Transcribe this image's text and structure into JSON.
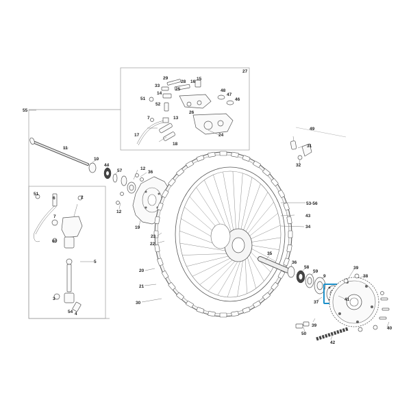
{
  "labels": {
    "l55": "55",
    "l27": "27",
    "l29": "29",
    "l28": "28",
    "l16": "16",
    "l15": "15",
    "l33": "33",
    "l25": "25",
    "l14": "14",
    "l51a": "51",
    "l52": "52",
    "l26": "26",
    "l48": "48",
    "l47": "47",
    "l46": "46",
    "l7a": "7",
    "l13": "13",
    "l17": "17",
    "l18": "18",
    "l24": "24",
    "l49": "49",
    "l11": "11",
    "l10": "10",
    "l44": "44",
    "l57": "57",
    "l12a": "12",
    "l36a": "36",
    "l12b": "12",
    "l19": "19",
    "l31": "31",
    "l32": "32",
    "l53": "53-56",
    "l43": "43",
    "l34": "34",
    "l51b": "51",
    "l6": "6",
    "l2": "2",
    "l7b": "7",
    "l60": "60",
    "l5": "5",
    "l3": "3",
    "l54": "54",
    "l4": "4",
    "l23": "23",
    "l22": "22",
    "l20": "20",
    "l21": "21",
    "l30": "30",
    "l35": "35",
    "l36b": "36",
    "l58": "58",
    "l59": "59",
    "l9": "9",
    "l39a": "39",
    "l38": "38",
    "l37": "37",
    "l41": "41",
    "l39b": "39",
    "l50": "50",
    "l42": "42",
    "l40": "40"
  },
  "highlight_color": "#1a8fc9"
}
